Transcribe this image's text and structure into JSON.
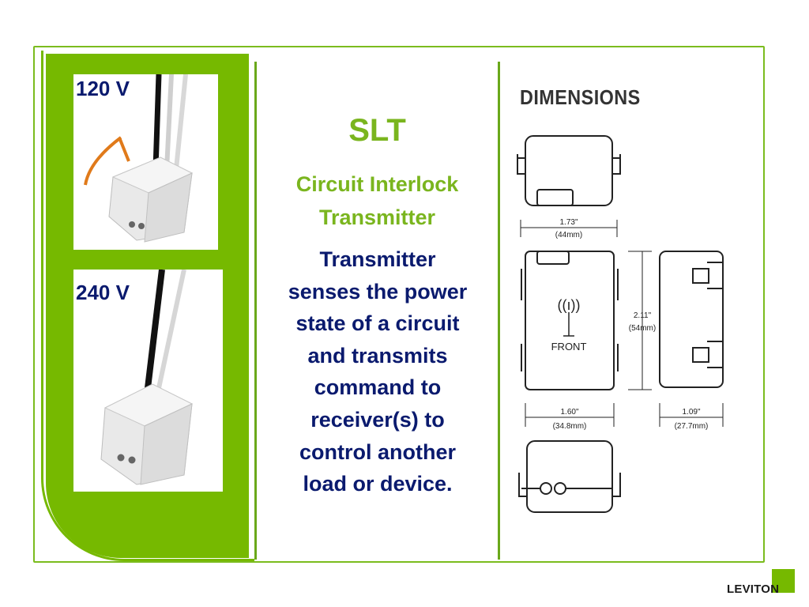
{
  "left_panel": {
    "photo_top_label": "120 V",
    "photo_bottom_label": "240 V"
  },
  "center": {
    "title": "SLT",
    "subtitle_line1": "Circuit Interlock",
    "subtitle_line2": "Transmitter",
    "description_lines": [
      "Transmitter",
      "senses the power",
      "state of a circuit",
      "and transmits",
      "command to",
      "receiver(s) to",
      "control another",
      "load or device."
    ]
  },
  "dimensions": {
    "heading": "DIMENSIONS",
    "width_top": "1.73\"",
    "width_top_mm": "(44mm)",
    "height": "2.11\"",
    "height_mm": "(54mm)",
    "width_bottom": "1.60\"",
    "width_bottom_mm": "(34.8mm)",
    "depth": "1.09\"",
    "depth_mm": "(27.7mm)",
    "front_label": "FRONT",
    "signal_symbol": "((ı))"
  },
  "brand": {
    "logo_text": "LEVITON"
  },
  "colors": {
    "accent_green": "#76b900",
    "title_green": "#7ab51e",
    "text_navy": "#0a1a6e"
  }
}
